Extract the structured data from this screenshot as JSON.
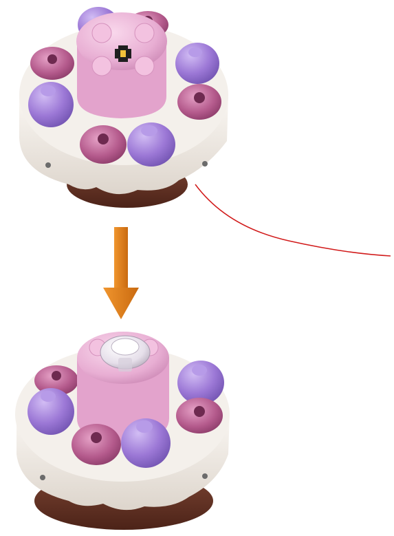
{
  "scene": {
    "background": "#ffffff",
    "colors": {
      "frosting": "#f1ece6",
      "frosting_shade": "#d9d1c8",
      "chocolate": "#6e3a2a",
      "chocolate_dark": "#4c2318",
      "pink_tower": "#e8aed3",
      "pink_tower_light": "#f6cde6",
      "lavender": "#9c78d6",
      "lavender_light": "#c2a8ee",
      "magenta": "#b45a8c",
      "magenta_light": "#d989b5",
      "arrow": "#e07f1c",
      "line": "#d11a1a",
      "yellow_piece": "#f2c23a",
      "clear_stud": "#e9e3ee"
    },
    "steps": [
      {
        "id": "step-before",
        "tower_top": "yellow-cross-piece"
      },
      {
        "id": "step-after",
        "tower_top": "clear-round-tile"
      }
    ],
    "arrow_icon": "down-arrow-icon",
    "callout_icon": "callout-line-icon"
  }
}
